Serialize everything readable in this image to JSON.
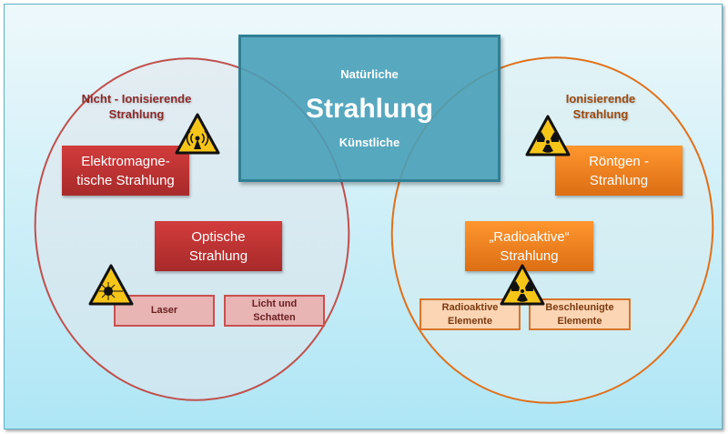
{
  "center": {
    "top": "Natürliche",
    "title": "Strahlung",
    "bottom": "Künstliche"
  },
  "left": {
    "heading": [
      "Nicht - Ionisierende",
      "Strahlung"
    ],
    "boxes": {
      "em": [
        "Elektromagne-",
        "tische Strahlung"
      ],
      "optical": [
        "Optische",
        "Strahlung"
      ],
      "laser": "Laser",
      "light": [
        "Licht und",
        "Schatten"
      ]
    }
  },
  "right": {
    "heading": [
      "Ionisierende",
      "Strahlung"
    ],
    "boxes": {
      "xray": [
        "Röntgen -",
        "Strahlung"
      ],
      "radioactive": [
        "„Radioaktive“",
        "Strahlung"
      ],
      "elements": [
        "Radioaktive",
        "Elemente"
      ],
      "accelerated": [
        "Beschleunigte",
        "Elemente"
      ]
    }
  },
  "colors": {
    "red": "#c03434",
    "orange": "#f08424",
    "teal": "#4aa0b8",
    "warning": "#f5c518"
  },
  "icons": [
    "radio-wave-warning-icon",
    "laser-warning-icon",
    "radiation-warning-icon"
  ]
}
